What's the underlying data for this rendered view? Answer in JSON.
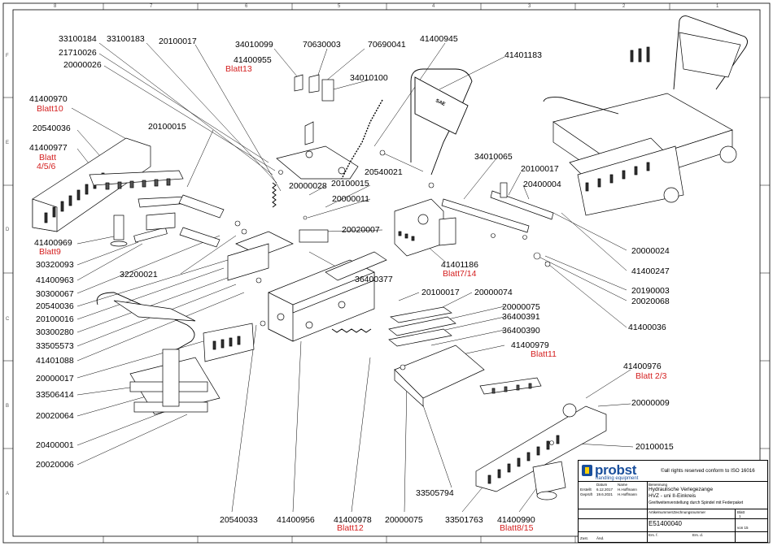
{
  "frame": {
    "columns_top": [
      "8",
      "7",
      "6",
      "5",
      "4",
      "3",
      "2",
      "1"
    ],
    "rows_left": [
      "F",
      "E",
      "D",
      "C",
      "B",
      "A"
    ]
  },
  "part_labels": [
    {
      "id": "l01",
      "text": "33100184"
    },
    {
      "id": "l02",
      "text": "33100183"
    },
    {
      "id": "l03",
      "text": "20100017"
    },
    {
      "id": "l04",
      "text": "21710026"
    },
    {
      "id": "l05",
      "text": "20000026"
    },
    {
      "id": "l06",
      "text": "34010099"
    },
    {
      "id": "l07",
      "text": "41400955"
    },
    {
      "id": "l08",
      "text": "Blatt13",
      "red": true
    },
    {
      "id": "l09",
      "text": "70630003"
    },
    {
      "id": "l10",
      "text": "70690041"
    },
    {
      "id": "l11",
      "text": "41400945"
    },
    {
      "id": "l12",
      "text": "41401183"
    },
    {
      "id": "l13",
      "text": "34010100"
    },
    {
      "id": "l14",
      "text": "41400970"
    },
    {
      "id": "l15",
      "text": "Blatt10",
      "red": true
    },
    {
      "id": "l16",
      "text": "20540036"
    },
    {
      "id": "l17",
      "text": "20100015"
    },
    {
      "id": "l18",
      "text": "41400977"
    },
    {
      "id": "l19",
      "text": "Blatt",
      "red": true
    },
    {
      "id": "l20",
      "text": "4/5/6",
      "red": true
    },
    {
      "id": "l21",
      "text": "34010065"
    },
    {
      "id": "l22",
      "text": "20100017"
    },
    {
      "id": "l23",
      "text": "20540021"
    },
    {
      "id": "l24",
      "text": "20400004"
    },
    {
      "id": "l25",
      "text": "20000028"
    },
    {
      "id": "l26",
      "text": "20100015"
    },
    {
      "id": "l27",
      "text": "20000011"
    },
    {
      "id": "l28",
      "text": "20020007"
    },
    {
      "id": "l29",
      "text": "41400969"
    },
    {
      "id": "l30",
      "text": "Blatt9",
      "red": true
    },
    {
      "id": "l31",
      "text": "20000024"
    },
    {
      "id": "l32",
      "text": "30320093"
    },
    {
      "id": "l33",
      "text": "41401186"
    },
    {
      "id": "l34",
      "text": "Blatt7/14",
      "red": true
    },
    {
      "id": "l35",
      "text": "32200021"
    },
    {
      "id": "l36",
      "text": "41400247"
    },
    {
      "id": "l37",
      "text": "41400963"
    },
    {
      "id": "l38",
      "text": "36400377"
    },
    {
      "id": "l39",
      "text": "30300067"
    },
    {
      "id": "l40",
      "text": "20100017"
    },
    {
      "id": "l41",
      "text": "20000074"
    },
    {
      "id": "l42",
      "text": "20190003"
    },
    {
      "id": "l43",
      "text": "20020068"
    },
    {
      "id": "l44",
      "text": "20540036"
    },
    {
      "id": "l45",
      "text": "20000075"
    },
    {
      "id": "l46",
      "text": "20100016"
    },
    {
      "id": "l47",
      "text": "36400391"
    },
    {
      "id": "l48",
      "text": "30300280"
    },
    {
      "id": "l49",
      "text": "36400390"
    },
    {
      "id": "l50",
      "text": "41400036"
    },
    {
      "id": "l51",
      "text": "33505573"
    },
    {
      "id": "l52",
      "text": "41400979"
    },
    {
      "id": "l53",
      "text": "Blatt11",
      "red": true
    },
    {
      "id": "l54",
      "text": "41401088"
    },
    {
      "id": "l55",
      "text": "20000017"
    },
    {
      "id": "l56",
      "text": "41400976"
    },
    {
      "id": "l57",
      "text": "Blatt 2/3",
      "red": true
    },
    {
      "id": "l58",
      "text": "33506414"
    },
    {
      "id": "l59",
      "text": "20000009"
    },
    {
      "id": "l60",
      "text": "20020064"
    },
    {
      "id": "l61",
      "text": "20100015"
    },
    {
      "id": "l62",
      "text": "20400001"
    },
    {
      "id": "l63",
      "text": "20020006"
    },
    {
      "id": "l64",
      "text": "33505794"
    },
    {
      "id": "l65",
      "text": "20540033"
    },
    {
      "id": "l66",
      "text": "41400956"
    },
    {
      "id": "l67",
      "text": "41400978"
    },
    {
      "id": "l68",
      "text": "Blatt12",
      "red": true
    },
    {
      "id": "l69",
      "text": "20000075"
    },
    {
      "id": "l70",
      "text": "33501763"
    },
    {
      "id": "l71",
      "text": "41400990"
    },
    {
      "id": "l72",
      "text": "Blatt8/15",
      "red": true
    }
  ],
  "title_block": {
    "brand": "probst",
    "brand_sub": "handling equipment",
    "copyright": "all rights reserved conform to ISO 16016",
    "rows_meta": [
      "Datum",
      "Name",
      "Erstellt",
      "Geprüft"
    ],
    "dates": [
      "6.12.2017",
      "19.6.2021"
    ],
    "names": [
      "H.Hoffmann",
      "H.Hoffmann"
    ],
    "desc_label": "Benennung",
    "desc1": "Hydraulische Verlegezange",
    "desc2": "HVZ - uni II-Einkreis",
    "desc3": "Greifweitenverstellung durch Spindel mit Federpaket",
    "drawno_label": "Artikelnummer/Zeichnungsnummer",
    "drawno": "E51400040",
    "sheet_label": "Blatt",
    "sheet": "1",
    "sheet_of": "von 15",
    "ers_fuer": "Ers. f.",
    "ers_durch": "Ers. d.",
    "zust": "Zust.",
    "aend": "Änd."
  }
}
